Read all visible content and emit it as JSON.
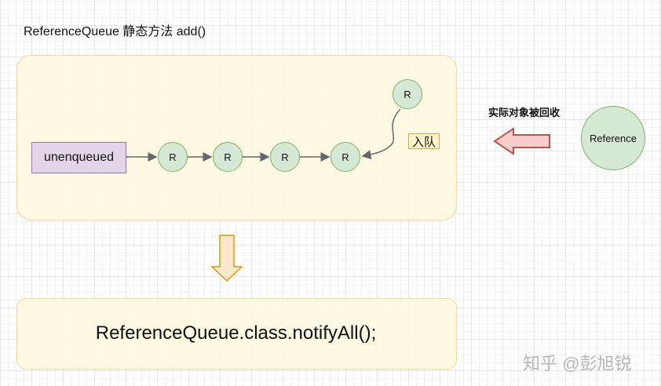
{
  "title": "ReferenceQueue 静态方法 add()",
  "unenqueued_label": "unenqueued",
  "nodes": {
    "n1": "R",
    "n2": "R",
    "n3": "R",
    "n4": "R",
    "incoming": "R"
  },
  "enqueue_label": "入队",
  "gc_label": "实际对象被回收",
  "reference_label": "Reference",
  "code_text": "ReferenceQueue.class.notifyAll();",
  "watermark": "知乎 @彭旭锐",
  "colors": {
    "panel_fill": "#fff8e1",
    "node_fill": "#d5e8d4",
    "node_stroke": "#82b366",
    "unenqueued_fill": "#e1d5e7",
    "unenqueued_stroke": "#9673a6",
    "arrow_red_stroke": "#b85450",
    "arrow_red_fill": "#f8cecc",
    "arrow_down_fill": "#ffe6cc",
    "arrow_down_stroke": "#d79b00"
  }
}
